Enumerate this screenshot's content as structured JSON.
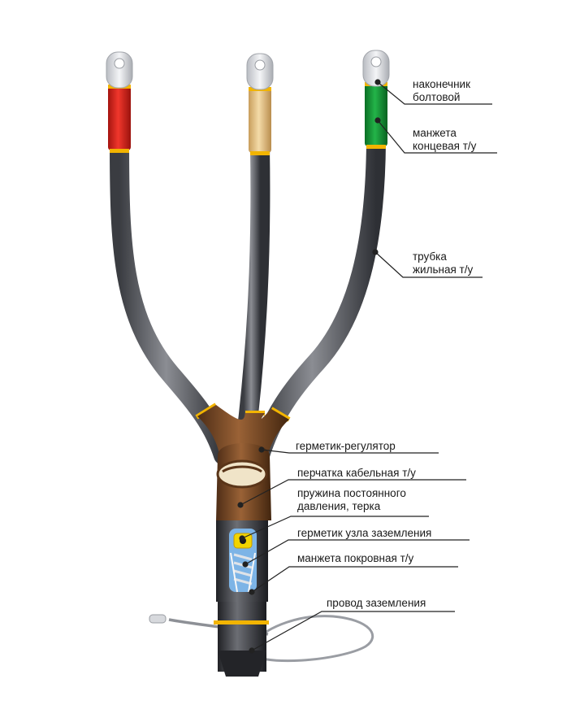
{
  "labels": {
    "lug": [
      "наконечник",
      "болтовой"
    ],
    "end_cuff": [
      "манжета",
      "концевая т/у"
    ],
    "core_tube": [
      "трубка",
      "жильная т/у"
    ],
    "sealant_regulator": "герметик-регулятор",
    "glove": "перчатка кабельная т/у",
    "spring": [
      "пружина постоянного",
      "давления, терка"
    ],
    "ground_sealant": "герметик узла заземления",
    "cover_cuff": "манжета покровная т/у",
    "ground_wire": "провод заземления"
  },
  "colors": {
    "phase_1": "#e32219",
    "phase_2": "#ecc98a",
    "phase_3": "#129a35",
    "cable": "#5f6167",
    "glove": "#7a4a28",
    "band": "#f2b400",
    "leader": "#222222"
  }
}
